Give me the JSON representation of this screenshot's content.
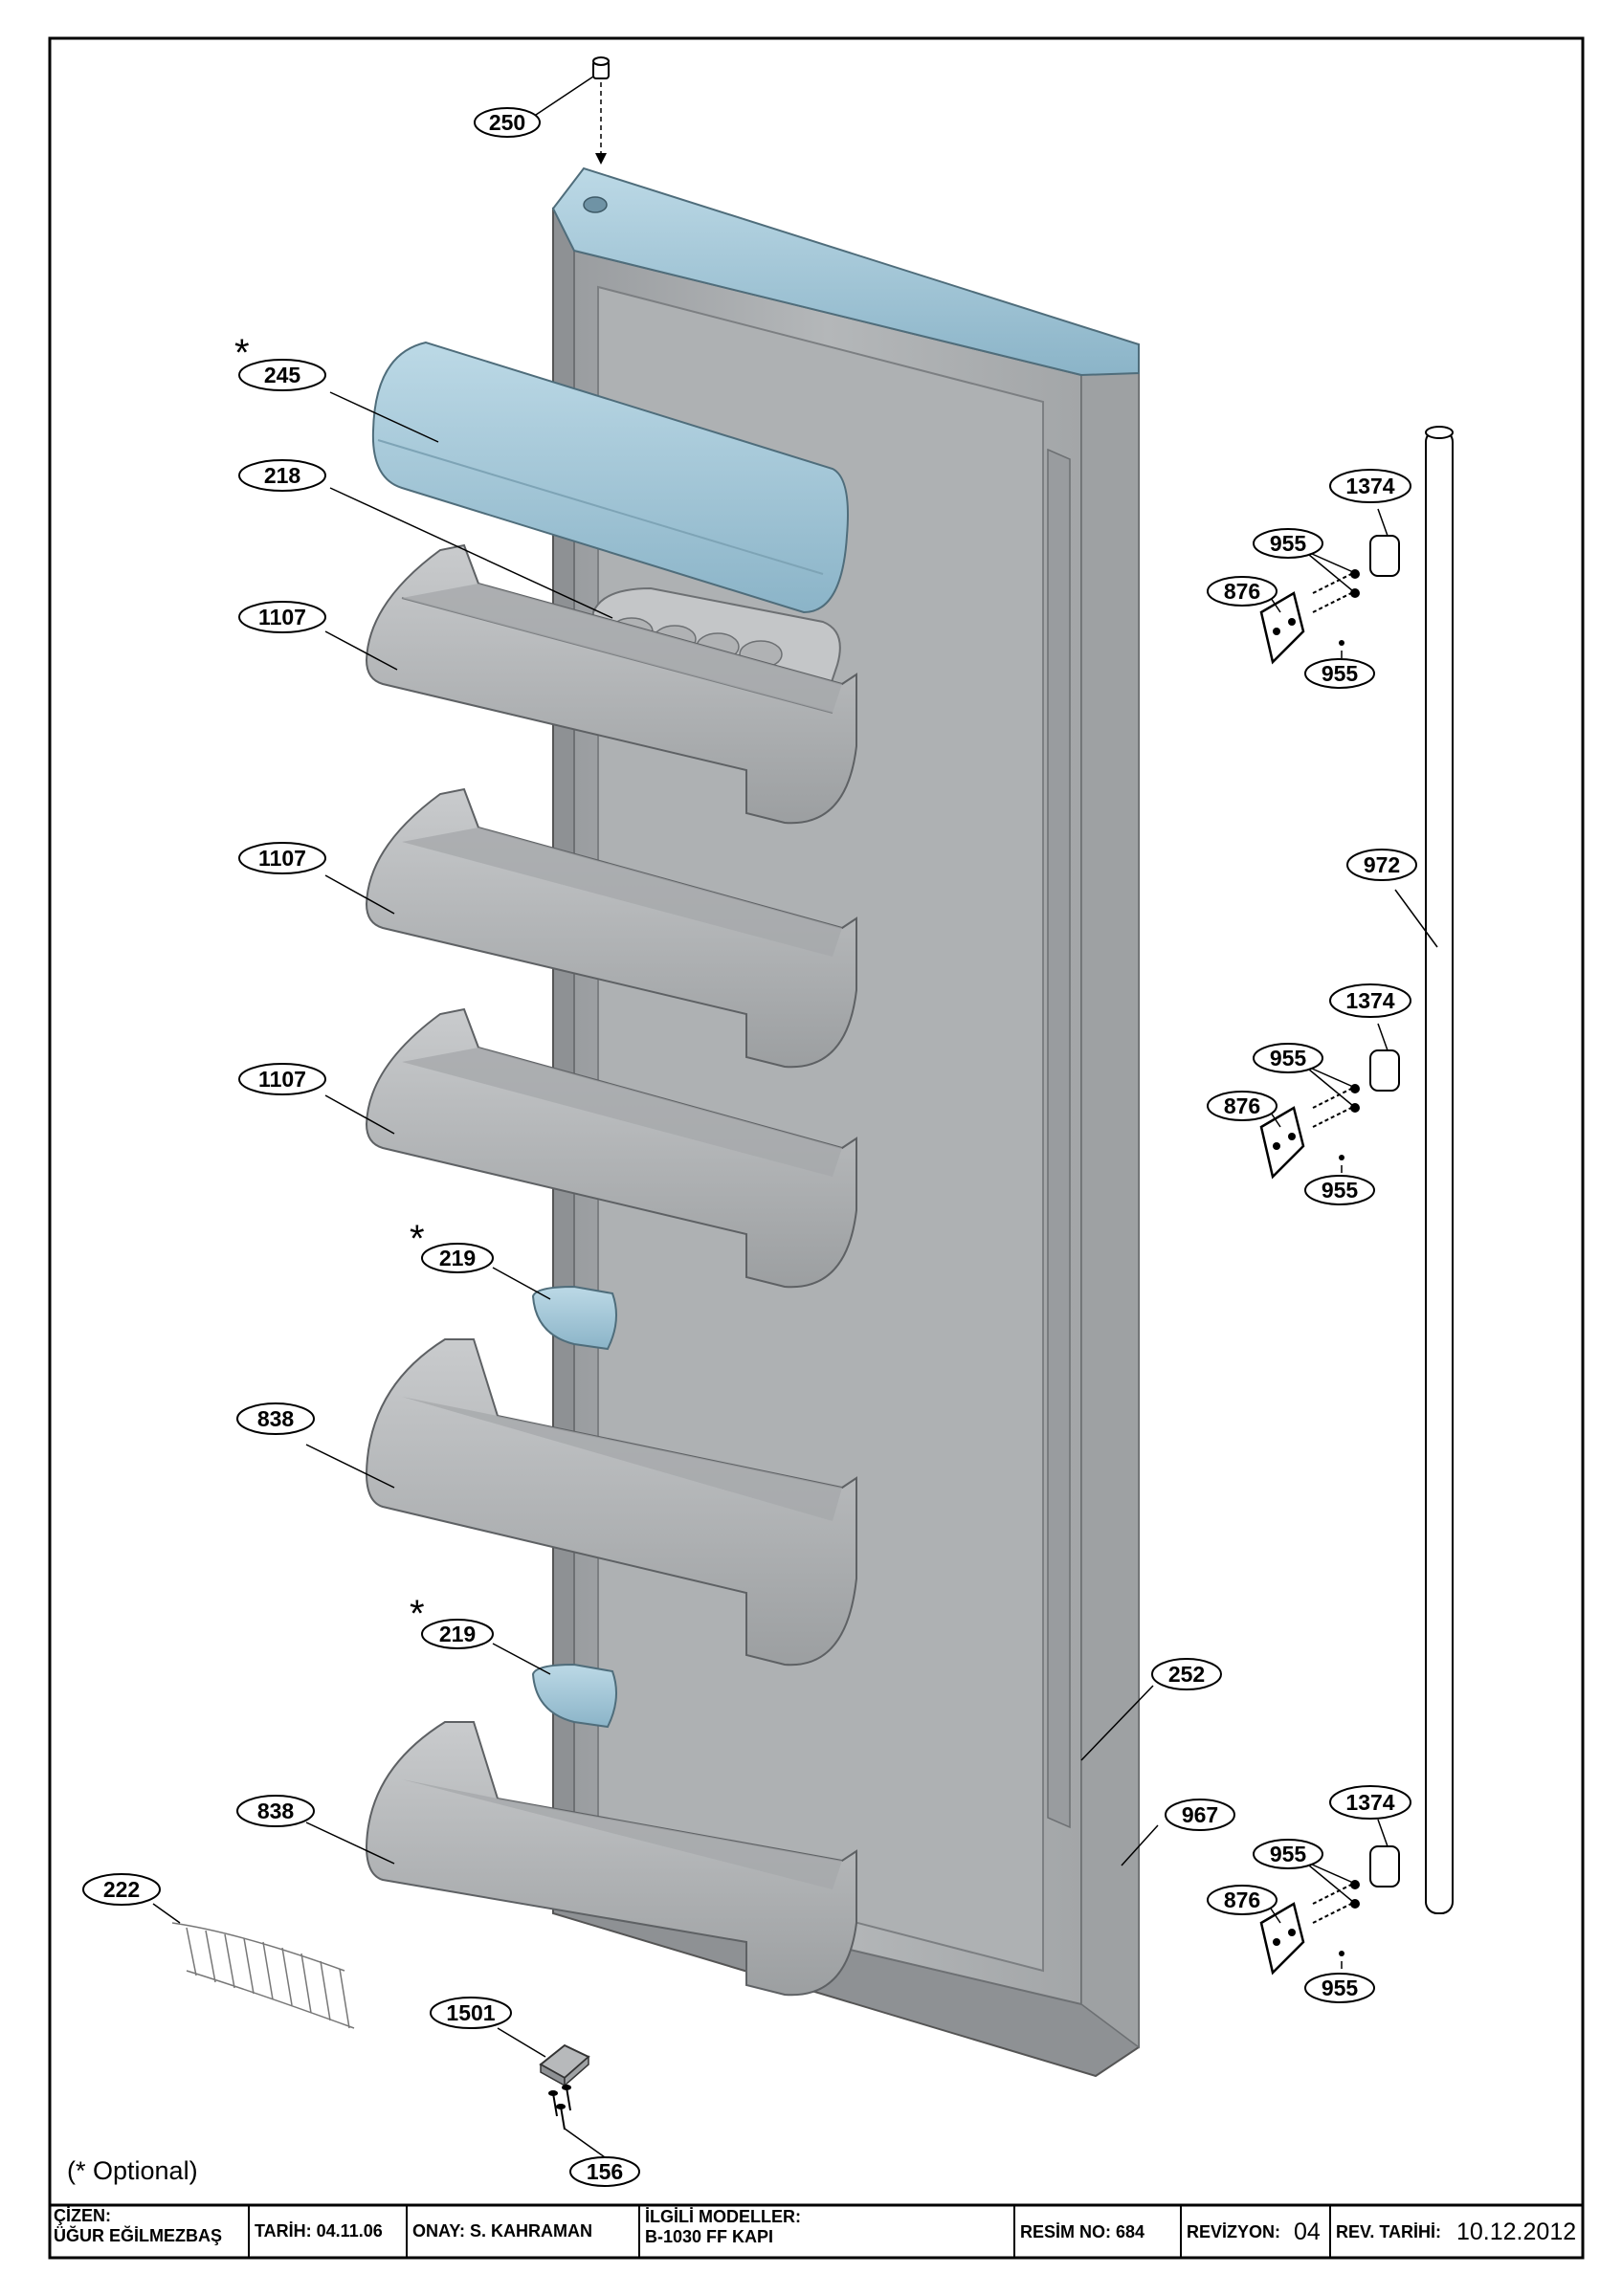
{
  "callouts": [
    {
      "id": "c250",
      "label": "250"
    },
    {
      "id": "c245",
      "label": "245"
    },
    {
      "id": "c218",
      "label": "218"
    },
    {
      "id": "c1107a",
      "label": "1107"
    },
    {
      "id": "c1107b",
      "label": "1107"
    },
    {
      "id": "c1107c",
      "label": "1107"
    },
    {
      "id": "c219a",
      "label": "219"
    },
    {
      "id": "c838a",
      "label": "838"
    },
    {
      "id": "c219b",
      "label": "219"
    },
    {
      "id": "c838b",
      "label": "838"
    },
    {
      "id": "c222",
      "label": "222"
    },
    {
      "id": "c1501",
      "label": "1501"
    },
    {
      "id": "c156",
      "label": "156"
    },
    {
      "id": "c1374a",
      "label": "1374"
    },
    {
      "id": "c955a",
      "label": "955"
    },
    {
      "id": "c876a",
      "label": "876"
    },
    {
      "id": "c955b",
      "label": "955"
    },
    {
      "id": "c972",
      "label": "972"
    },
    {
      "id": "c1374b",
      "label": "1374"
    },
    {
      "id": "c955c",
      "label": "955"
    },
    {
      "id": "c876b",
      "label": "876"
    },
    {
      "id": "c955d",
      "label": "955"
    },
    {
      "id": "c252",
      "label": "252"
    },
    {
      "id": "c967",
      "label": "967"
    },
    {
      "id": "c1374c",
      "label": "1374"
    },
    {
      "id": "c955e",
      "label": "955"
    },
    {
      "id": "c876c",
      "label": "876"
    },
    {
      "id": "c955f",
      "label": "955"
    }
  ],
  "optional_marker": "*",
  "optional_note": "(*  Optional)",
  "title_block": {
    "drawn_label": "ÇİZEN:",
    "drawn_value": "ÜĞUR EĞİLMEZBAŞ",
    "date_text": "TARİH: 04.11.06",
    "approved_text": "ONAY: S. KAHRAMAN",
    "models_label": "İLGİLİ MODELLER:",
    "models_value": "B-1030 FF KAPI",
    "drawing_no_text": "RESİM NO: 684",
    "revision_label": "REVİZYON:",
    "revision_value": "04",
    "rev_date_label": "REV. TARİHİ:",
    "rev_date_value": "10.12.2012"
  },
  "colors": {
    "door_gray": "#a9acae",
    "door_dark": "#8e9194",
    "accent_blue": "#9fc4d6",
    "line": "#000000"
  }
}
